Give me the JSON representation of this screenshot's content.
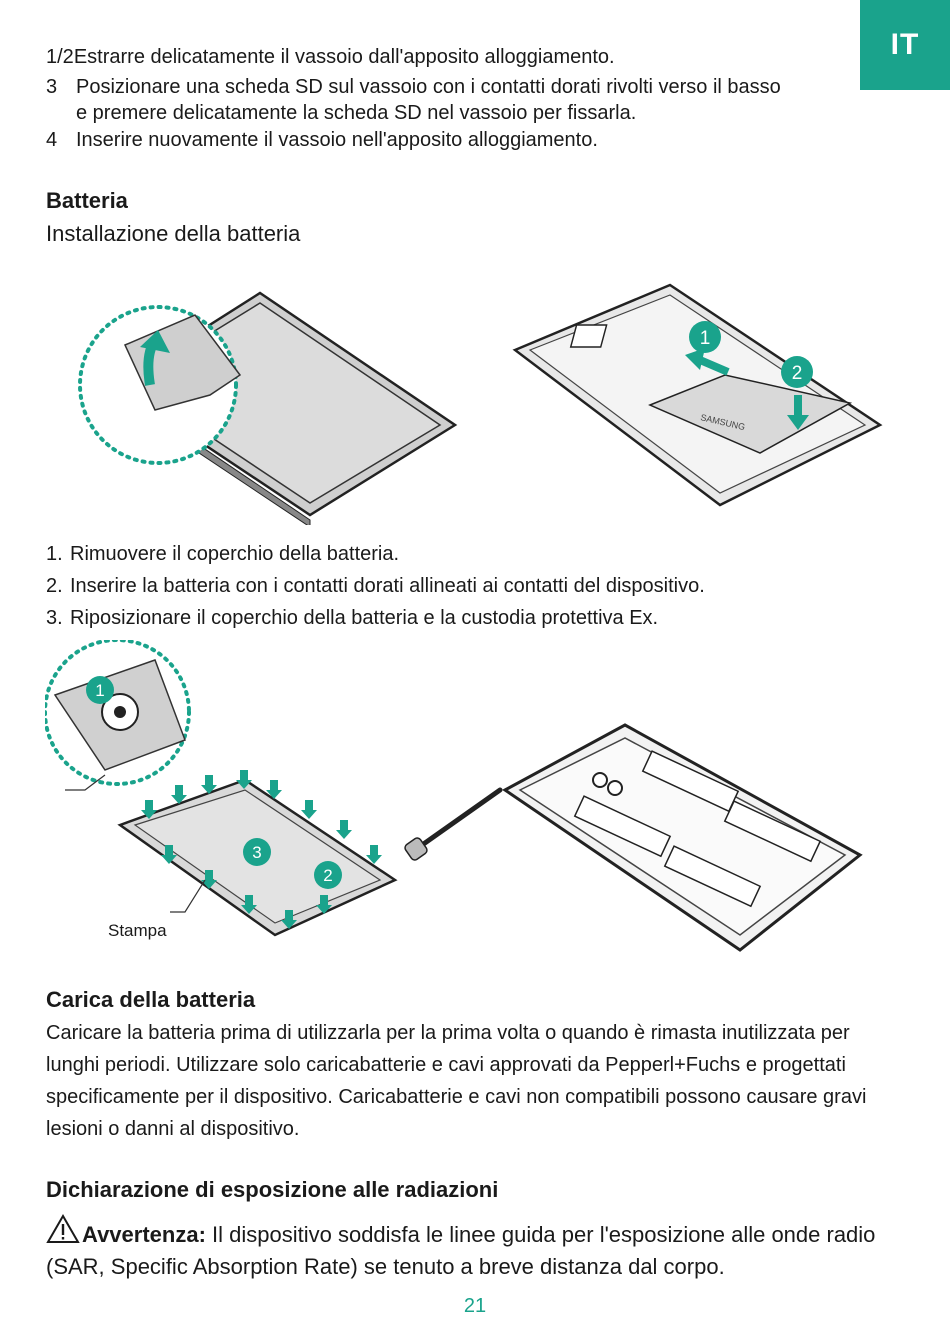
{
  "lang_tab": "IT",
  "steps_top": [
    {
      "num": "1/2",
      "text": "Estrarre delicatamente il vassoio dall'apposito alloggiamento."
    },
    {
      "num": "3",
      "text": "Posizionare una scheda SD sul vassoio con i contatti dorati rivolti verso il basso"
    },
    {
      "num": "",
      "text": "e premere delicatamente la scheda SD nel vassoio per fissarla."
    },
    {
      "num": "4",
      "text": "Inserire nuovamente il vassoio nell'apposito alloggiamento."
    }
  ],
  "battery_heading": "Batteria",
  "install_heading": "Installazione della batteria",
  "fig1": {
    "badges": [
      "1",
      "2"
    ],
    "battery_brand": "SAMSUNG"
  },
  "steps_battery": [
    {
      "num": "1.",
      "text": "Rimuovere il coperchio della batteria."
    },
    {
      "num": "2.",
      "text": "Inserire la batteria con i contatti dorati allineati ai contatti del dispositivo."
    },
    {
      "num": "3.",
      "text": "Riposizionare il coperchio della batteria e la custodia protettiva Ex."
    }
  ],
  "fig2": {
    "badges": [
      "1",
      "2",
      "3"
    ],
    "stamp_label": "Stampa"
  },
  "charge_heading": "Carica della batteria",
  "charge_text": "Caricare la batteria prima di utilizzarla per la prima volta o quando è rimasta inutilizzata per lunghi periodi. Utilizzare solo caricabatterie e cavi approvati da Pepperl+Fuchs e progettati specificamente per il dispositivo. Caricabatterie e cavi non compatibili possono causare gravi lesioni o danni al dispositivo.",
  "radiation_heading": "Dichiarazione di esposizione alle radiazioni",
  "warning_label": "Avvertenza:",
  "warning_text": " Il dispositivo soddisfa le linee guida per l'esposizione alle onde radio (SAR, Specific Absorption Rate) se tenuto a breve distanza dal corpo.",
  "page_number": "21",
  "colors": {
    "accent": "#1aa38c",
    "text": "#1a1a1a",
    "device_fill": "#d9d9d9"
  }
}
